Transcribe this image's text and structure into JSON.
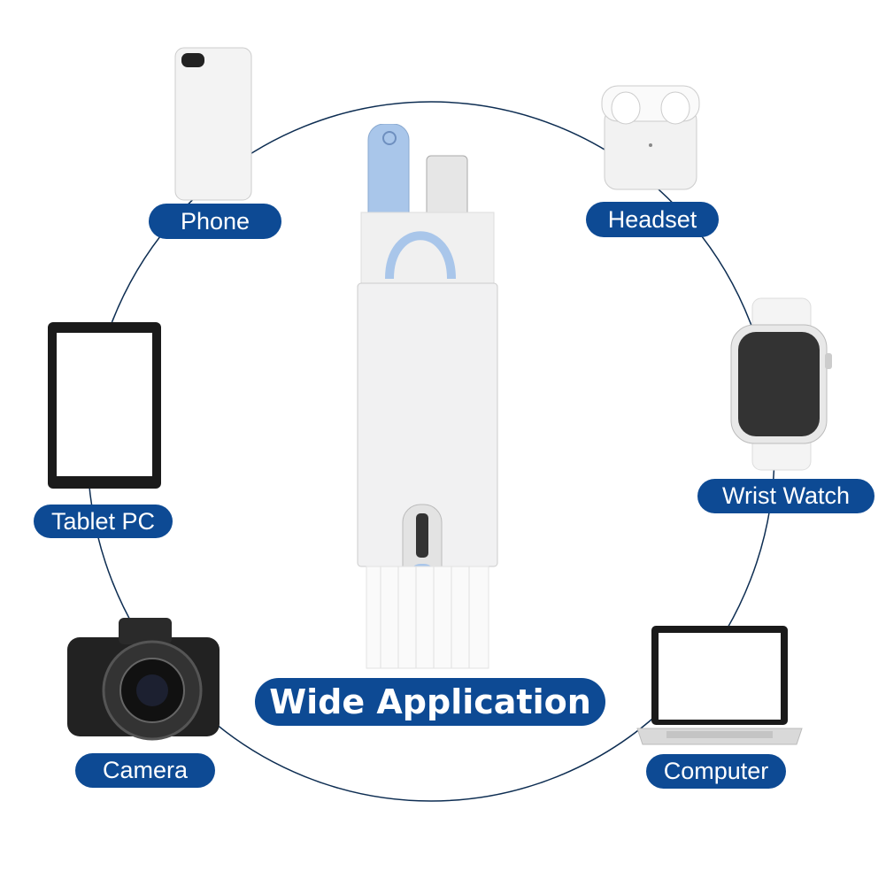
{
  "title": "Wide Application",
  "devices": [
    {
      "label": "Phone"
    },
    {
      "label": "Headset"
    },
    {
      "label": "Tablet PC"
    },
    {
      "label": "Wrist Watch"
    },
    {
      "label": "Camera"
    },
    {
      "label": "Computer"
    }
  ],
  "colors": {
    "brand": "#0d4a94",
    "accent_blue": "#a9c6ea"
  }
}
